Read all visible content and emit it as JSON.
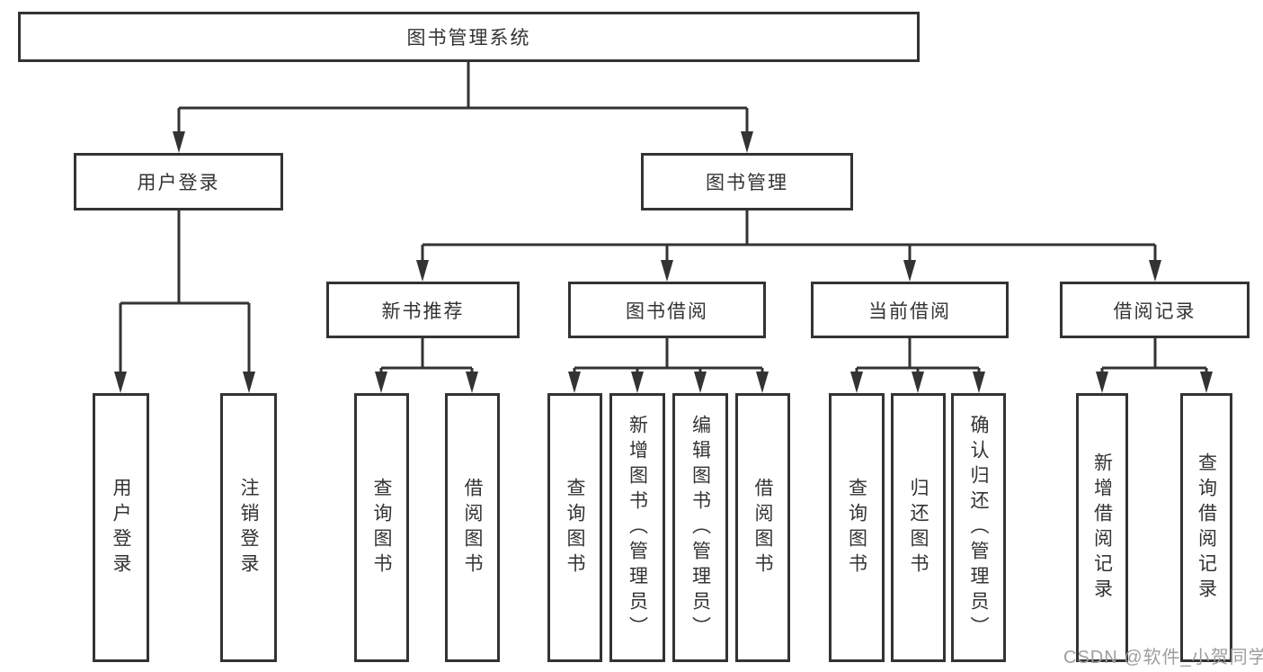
{
  "tree": {
    "root": {
      "label": "图书管理系统"
    },
    "level2": [
      {
        "label": "用户登录",
        "children": [
          {
            "label": "用户登录"
          },
          {
            "label": "注销登录"
          }
        ]
      },
      {
        "label": "图书管理",
        "children": [
          {
            "label": "新书推荐",
            "children": [
              {
                "label": "查询图书"
              },
              {
                "label": "借阅图书"
              }
            ]
          },
          {
            "label": "图书借阅",
            "children": [
              {
                "label": "查询图书"
              },
              {
                "label": "新增图书（管理员）"
              },
              {
                "label": "编辑图书（管理员）"
              },
              {
                "label": "借阅图书"
              }
            ]
          },
          {
            "label": "当前借阅",
            "children": [
              {
                "label": "查询图书"
              },
              {
                "label": "归还图书"
              },
              {
                "label": "确认归还（管理员）"
              }
            ]
          },
          {
            "label": "借阅记录",
            "children": [
              {
                "label": "新增借阅记录"
              },
              {
                "label": "查询借阅记录"
              }
            ]
          }
        ]
      }
    ]
  },
  "watermark": {
    "text": "CSDN @软件_小贺同学"
  },
  "colors": {
    "line": "#333333",
    "text": "#333333",
    "background": "#ffffff",
    "watermark": "#9e9e9e"
  }
}
